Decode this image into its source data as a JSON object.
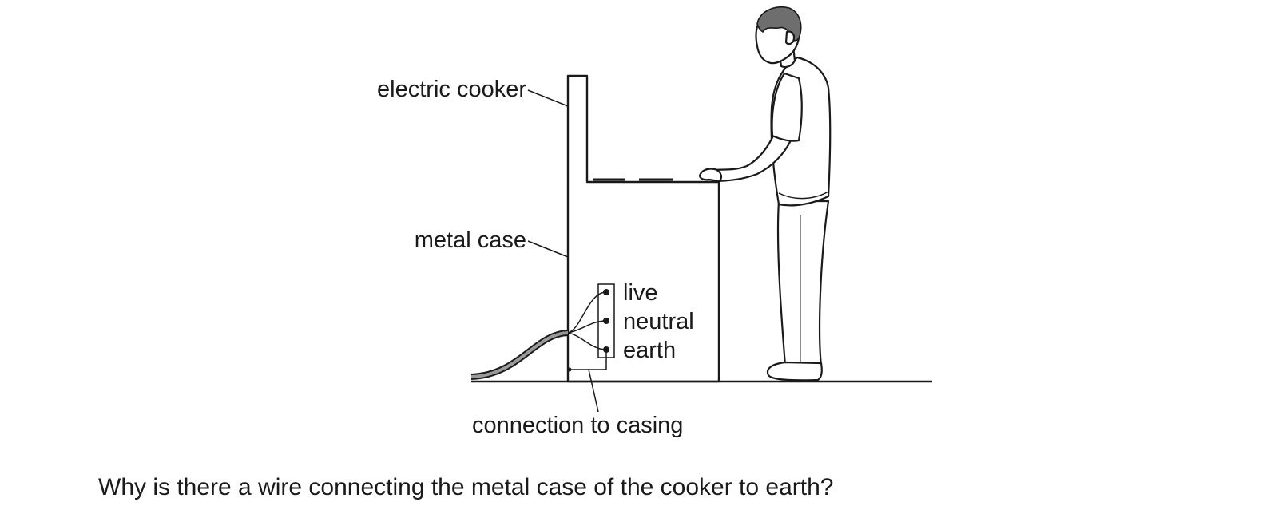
{
  "labels": {
    "electric_cooker": "electric cooker",
    "metal_case": "metal case",
    "live": "live",
    "neutral": "neutral",
    "earth": "earth",
    "connection_to_casing": "connection to casing"
  },
  "question": "Why is there a wire connecting the metal case of the cooker to earth?"
}
